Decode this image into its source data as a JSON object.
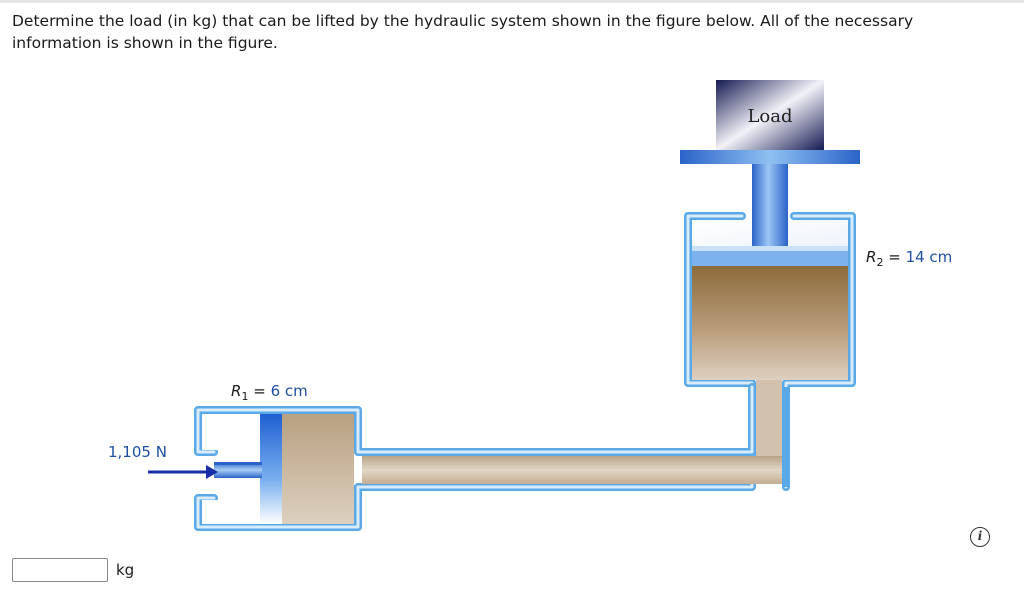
{
  "question": {
    "text": "Determine the load (in kg) that can be lifted by the hydraulic system shown in the figure below. All of the necessary information is shown in the figure."
  },
  "figure": {
    "load_label": "Load",
    "force": {
      "value": "1,105",
      "unit": "N"
    },
    "r1": {
      "symbol": "R",
      "subscript": "1",
      "equals": "=",
      "value": "6 cm"
    },
    "r2": {
      "symbol": "R",
      "subscript": "2",
      "equals": "=",
      "value": "14 cm"
    },
    "colors": {
      "pipe_outline": "#59a8e8",
      "fluid": "#c9b49a",
      "fluid_dark": "#8b6a3a",
      "piston": "#1e5fd0",
      "arrow": "#1a2da8",
      "load_dark": "#151a52"
    }
  },
  "answer": {
    "value": "",
    "placeholder": "",
    "unit": "kg"
  },
  "info_icon": "info-icon"
}
